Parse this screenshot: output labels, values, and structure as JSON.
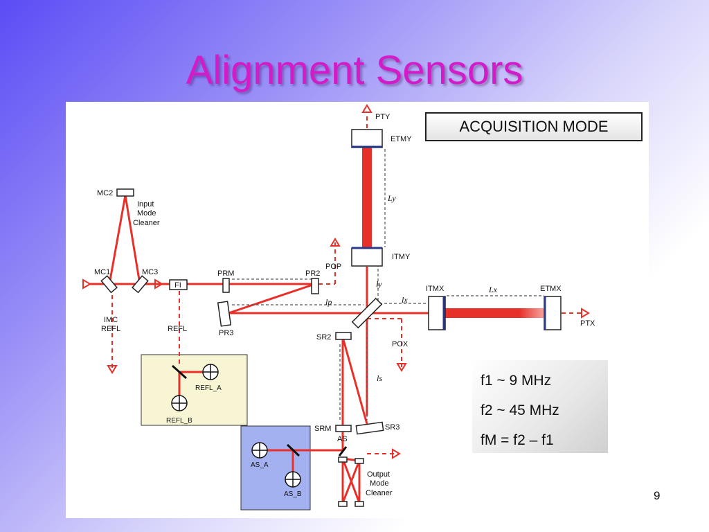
{
  "slide": {
    "title": "Alignment Sensors",
    "number": "9"
  },
  "mode_box": {
    "label": "ACQUISITION MODE"
  },
  "frequencies": [
    "f1 ~ 9 MHz",
    "f2 ~ 45 MHz",
    "fM = f2 – f1"
  ],
  "diagram": {
    "components": {
      "pty": "PTY",
      "etmy": "ETMY",
      "itmy": "ITMY",
      "itmx": "ITMX",
      "etmx": "ETMX",
      "ptx": "PTX",
      "mc1": "MC1",
      "mc2": "MC2",
      "mc3": "MC3",
      "fi": "FI",
      "prm": "PRM",
      "pr2": "PR2",
      "pr3": "PR3",
      "pop": "POP",
      "pox": "POX",
      "sr2": "SR2",
      "sr3": "SR3",
      "srm": "SRM",
      "as": "AS",
      "imc_refl_1": "IMC",
      "imc_refl_2": "REFL",
      "refl": "REFL",
      "input_mc_1": "Input",
      "input_mc_2": "Mode",
      "input_mc_3": "Cleaner",
      "output_mc_1": "Output",
      "output_mc_2": "Mode",
      "output_mc_3": "Cleaner"
    },
    "lengths": {
      "ly_long": "Ly",
      "lx_long": "Lx",
      "ly": "ly",
      "lx": "lx",
      "lp": "lp",
      "ls": "ls"
    },
    "sensors": {
      "refl_a": "REFL_A",
      "refl_b": "REFL_B",
      "as_a": "AS_A",
      "as_b": "AS_B"
    },
    "colors": {
      "beam": "#e8302a",
      "refl_box": "#f7f5d3",
      "as_box": "#a4b1f0"
    }
  }
}
